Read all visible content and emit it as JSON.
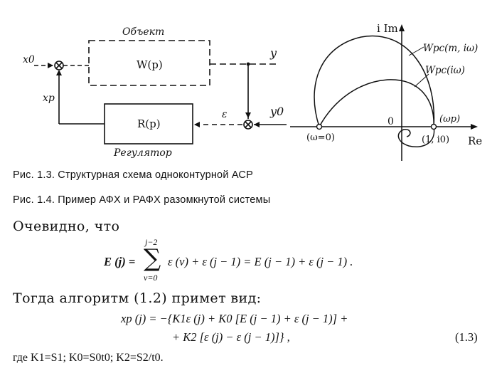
{
  "block_diagram": {
    "input_label": "x0",
    "object_label": "Объект",
    "plant_block": "W(p)",
    "output_label": "y",
    "feedback_label": "xp",
    "regulator_block": "R(p)",
    "regulator_label": "Регулятор",
    "error_label": "ε",
    "setpoint_label": "y0"
  },
  "nyquist_plot": {
    "imag_axis_label": "i Im",
    "real_axis_label": "Re",
    "curve_label_1": "Wрс(m, iω)",
    "curve_label_2": "Wрс(iω)",
    "origin_label": "0",
    "start_label": "(ω=0)",
    "end_label": "(1, i0)",
    "omega_p_label": "(ωp)"
  },
  "captions": {
    "fig_1_3": "Рис. 1.3. Структурная схема одноконтурной АСР",
    "fig_1_4": "Рис. 1.4. Пример АФХ и РАФХ разомкнутой системы"
  },
  "text": {
    "obviously": "Очевидно, что",
    "then": "Тогда  алгоритм  (1.2)  примет  вид:",
    "where": "где K1=S1;  K0=S0t0;  K2=S2/t0."
  },
  "equations": {
    "eq1_lhs": "E (j) =",
    "eq1_sum_top": "j−2",
    "eq1_sum_bottom": "ν=0",
    "eq1_rhs": "ε (ν) + ε (j − 1) = E (j − 1) + ε (j − 1) .",
    "eq2_line1": "xp (j) = −{K1ε (j) + K0 [E (j − 1) + ε (j − 1)] +",
    "eq2_line2": "+ K2 [ε (j) − ε (j − 1)]} ,",
    "eq2_number": "(1.3)"
  }
}
